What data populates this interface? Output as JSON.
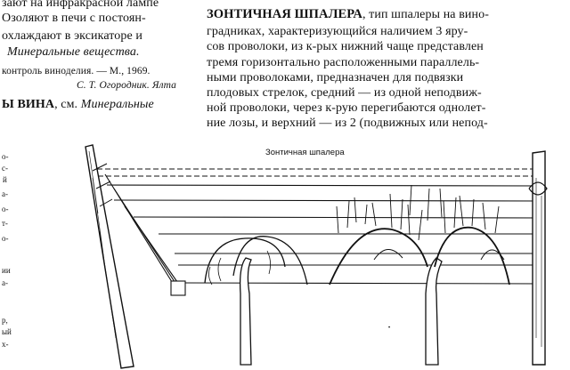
{
  "left_column": {
    "l1": "зают на инфракрасной лампе",
    "l2": "Озоляют в печи с постоян-",
    "l3": "охлаждают в эксикаторе и",
    "l4": "Минеральные вещества.",
    "l5": "контроль виноделия. — М., 1969.",
    "l6": "С. Т. Огородник. Ялта",
    "l7_head": "Ы ВИНА",
    "l7_rest": ", см.",
    "l7_it": "Минеральные",
    "fragments": [
      "о-",
      "с-",
      "й",
      "а-",
      "о-",
      "т-",
      "о-",
      "ии",
      "а-",
      "р,",
      "ый",
      "х-"
    ]
  },
  "right_column": {
    "headword": "ЗОНТИЧНАЯ ШПАЛЕРА",
    "h_rest": ", тип шпалеры на вино-",
    "l2": "градниках, характеризующийся наличием 3 яру-",
    "l3": "сов проволоки, из к-рых нижний чаще представлен",
    "l4": "тремя горизонтально расположенными параллель-",
    "l5": "ными проволоками, предназначен для подвязки",
    "l6": "плодовых стрелок, средний — из одной неподвиж-",
    "l7": "ной проволоки, через к-рую перегибаются однолет-",
    "l8": "ние лозы, и верхний — из 2 (подвижных или непод-"
  },
  "figure": {
    "caption": "Зонтичная шпалера"
  }
}
